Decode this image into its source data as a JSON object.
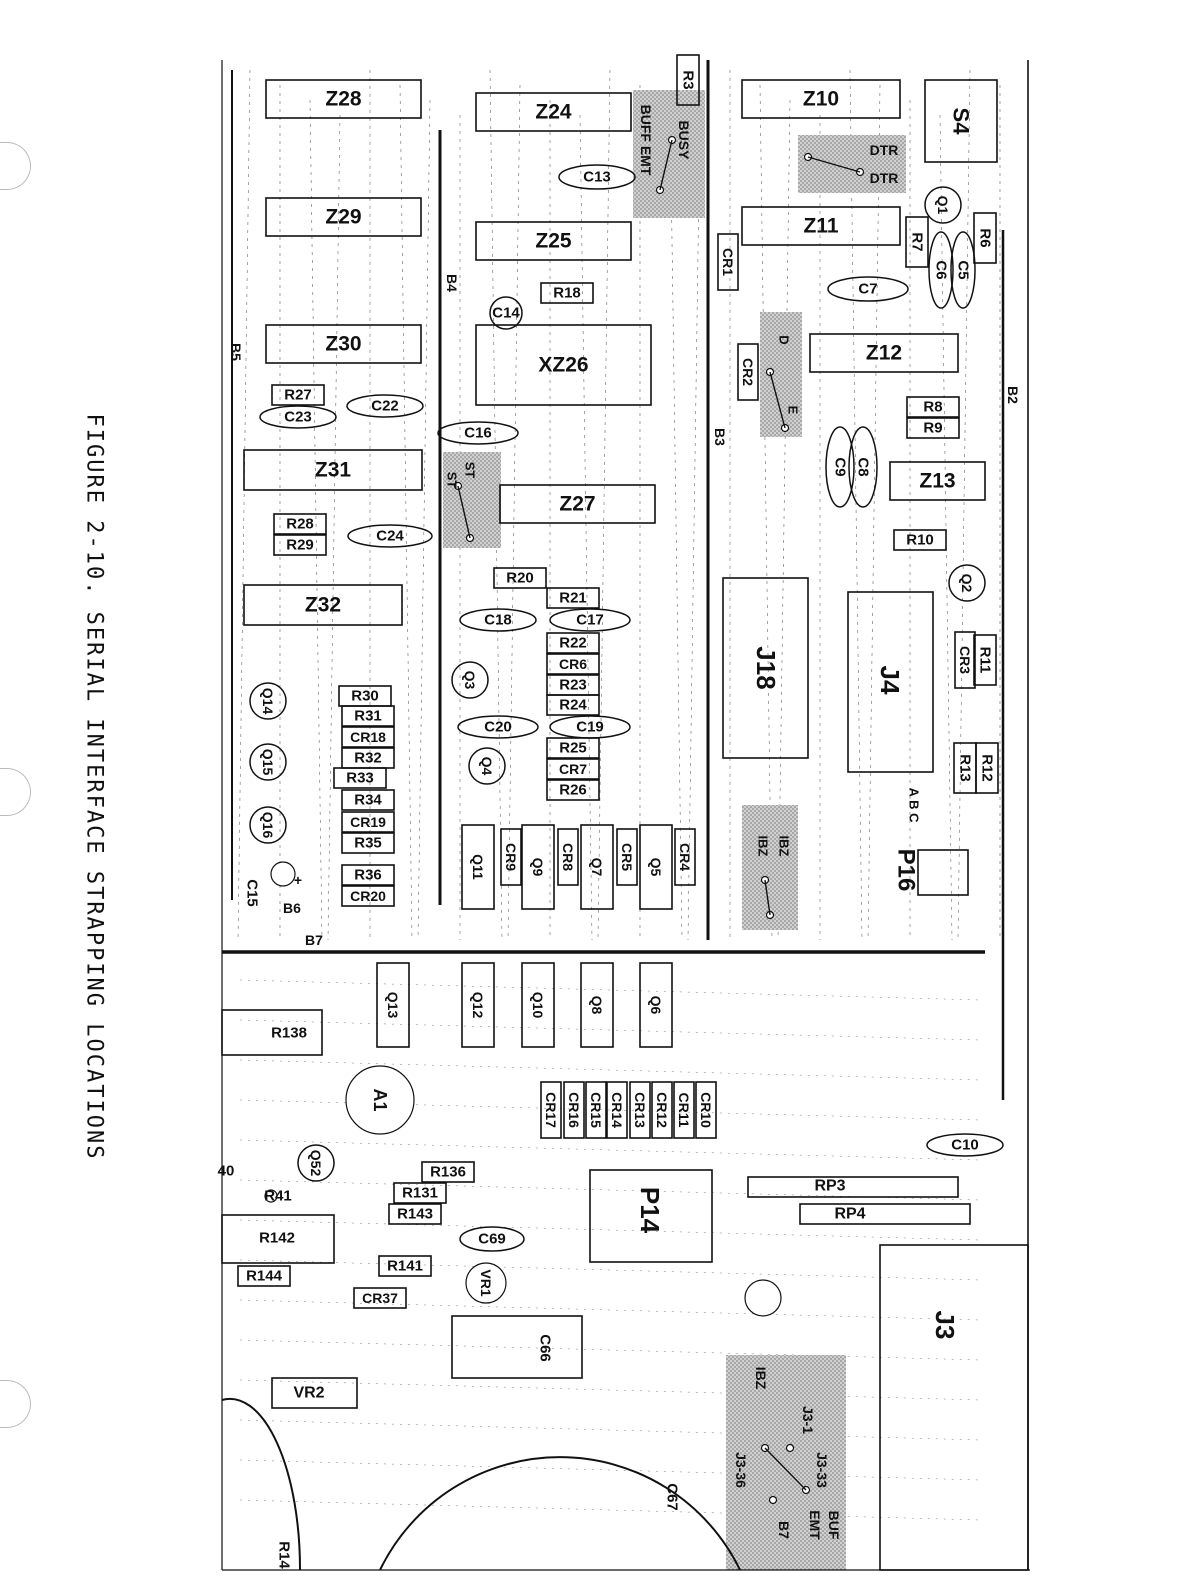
{
  "caption": "FIGURE 2-10.  SERIAL INTERFACE STRAPPING LOCATIONS",
  "labels": {
    "z": [
      "Z28",
      "Z29",
      "Z30",
      "Z24",
      "Z25",
      "XZ26",
      "Z27",
      "Z31",
      "Z32",
      "Z10",
      "Z11",
      "Z12",
      "Z13",
      "S4"
    ],
    "r": [
      "R3",
      "R18",
      "R27",
      "R28",
      "R29",
      "R20",
      "R21",
      "R22",
      "R23",
      "R24",
      "R25",
      "R26",
      "R30",
      "R31",
      "R32",
      "R33",
      "R34",
      "R35",
      "R36",
      "R7",
      "R6",
      "R8",
      "R9",
      "R10",
      "R11",
      "R12",
      "R13",
      "R138",
      "R136",
      "R131",
      "R143",
      "R142",
      "R141",
      "R144",
      "R41",
      "40",
      "R14"
    ],
    "c": [
      "C13",
      "C14",
      "C16",
      "C22",
      "C23",
      "C24",
      "C18",
      "C17",
      "C20",
      "C19",
      "C7",
      "C5",
      "C6",
      "C8",
      "C9",
      "C10",
      "C15",
      "C66",
      "C67",
      "C69"
    ],
    "cr": [
      "CR1",
      "CR2",
      "CR3",
      "CR4",
      "CR5",
      "CR6",
      "CR7",
      "CR8",
      "CR9",
      "CR18",
      "CR19",
      "CR20",
      "CR10",
      "CR11",
      "CR12",
      "CR13",
      "CR14",
      "CR15",
      "CR16",
      "CR17",
      "CR37"
    ],
    "q": [
      "Q1",
      "Q2",
      "Q3",
      "Q4",
      "Q5",
      "Q6",
      "Q7",
      "Q8",
      "Q9",
      "Q10",
      "Q11",
      "Q12",
      "Q13",
      "Q14",
      "Q15",
      "Q16",
      "Q52"
    ],
    "misc": [
      "J18",
      "J4",
      "J3",
      "P16",
      "P14",
      "RP3",
      "RP4",
      "A1",
      "VR1",
      "VR2",
      "B2",
      "B3",
      "B4",
      "B5",
      "B6",
      "B7",
      "+"
    ],
    "straps": [
      "BUSY",
      "BUFF EMT",
      "DTR",
      "DTR",
      "D",
      "E",
      "ST",
      "ST",
      "IBZ",
      "IBZ",
      "A B C",
      "IBZ",
      "J3-1",
      "J3-33",
      "J3-36",
      "BUF",
      "EMT",
      "B7"
    ]
  }
}
